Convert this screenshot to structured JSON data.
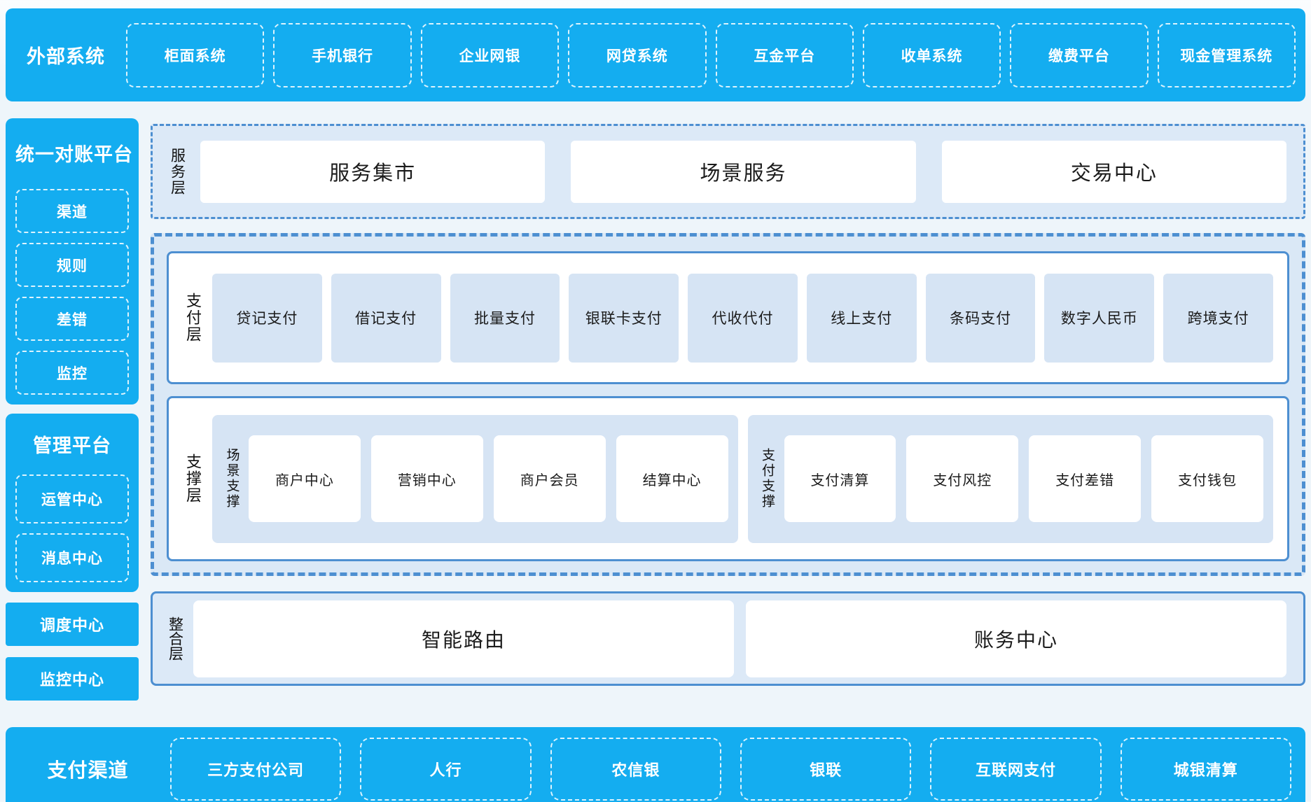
{
  "colors": {
    "accent": "#14adf0",
    "border": "#4d8fd1",
    "panel": "#dce9f7",
    "item": "#d6e4f4",
    "page": "#eef5fa"
  },
  "top_bar": {
    "title": "外部系统",
    "items": [
      "柜面系统",
      "手机银行",
      "企业网银",
      "网贷系统",
      "互金平台",
      "收单系统",
      "缴费平台",
      "现金管理系统"
    ]
  },
  "sidebar": {
    "reconciliation_platform": {
      "title": "统一对账平台",
      "items": [
        "渠道",
        "规则",
        "差错",
        "监控"
      ]
    },
    "management_platform": {
      "title": "管理平台",
      "items": [
        "运管中心",
        "消息中心"
      ]
    },
    "dispatch_center": "调度中心",
    "monitor_center": "监控中心"
  },
  "service_layer": {
    "label": "服务层",
    "items": [
      "服务集市",
      "场景服务",
      "交易中心"
    ]
  },
  "payment_layer": {
    "label": "支付层",
    "items": [
      "贷记支付",
      "借记支付",
      "批量支付",
      "银联卡支付",
      "代收代付",
      "线上支付",
      "条码支付",
      "数字人民币",
      "跨境支付"
    ]
  },
  "support_layer": {
    "label": "支撑层",
    "groups": [
      {
        "label": "场景支撑",
        "items": [
          "商户中心",
          "营销中心",
          "商户会员",
          "结算中心"
        ]
      },
      {
        "label": "支付支撑",
        "items": [
          "支付清算",
          "支付风控",
          "支付差错",
          "支付钱包"
        ]
      }
    ]
  },
  "integration_layer": {
    "label": "整合层",
    "items": [
      "智能路由",
      "账务中心"
    ]
  },
  "bottom_bar": {
    "title": "支付渠道",
    "items": [
      "三方支付公司",
      "人行",
      "农信银",
      "银联",
      "互联网支付",
      "城银清算"
    ]
  }
}
